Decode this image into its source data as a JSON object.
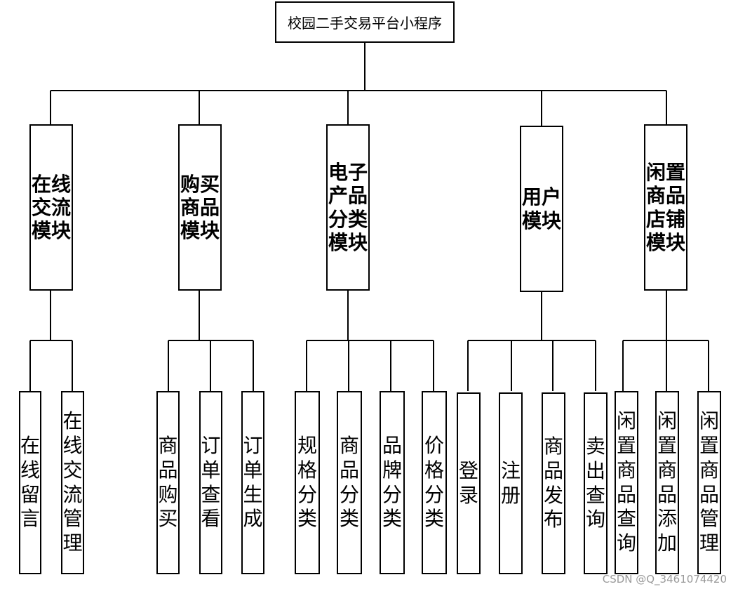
{
  "root": "校园二手交易平台小程序",
  "modules": [
    {
      "label": "在线\n交流\n模块",
      "children": [
        "在线留言",
        "在线交流管理"
      ]
    },
    {
      "label": "购买\n商品\n模块",
      "children": [
        "商品购买",
        "订单查看",
        "订单生成"
      ]
    },
    {
      "label": "电子\n产品\n分类\n模块",
      "children": [
        "规格分类",
        "商品分类",
        "品牌分类",
        "价格分类"
      ]
    },
    {
      "label": "用户\n模块",
      "children": [
        "登录",
        "注册",
        "商品发布",
        "卖出查询"
      ]
    },
    {
      "label": "闲置\n商品\n店铺\n模块",
      "children": [
        "闲置商品查询",
        "闲置商品添加",
        "闲置商品管理"
      ]
    }
  ],
  "watermark": "CSDN @Q_3461074420"
}
